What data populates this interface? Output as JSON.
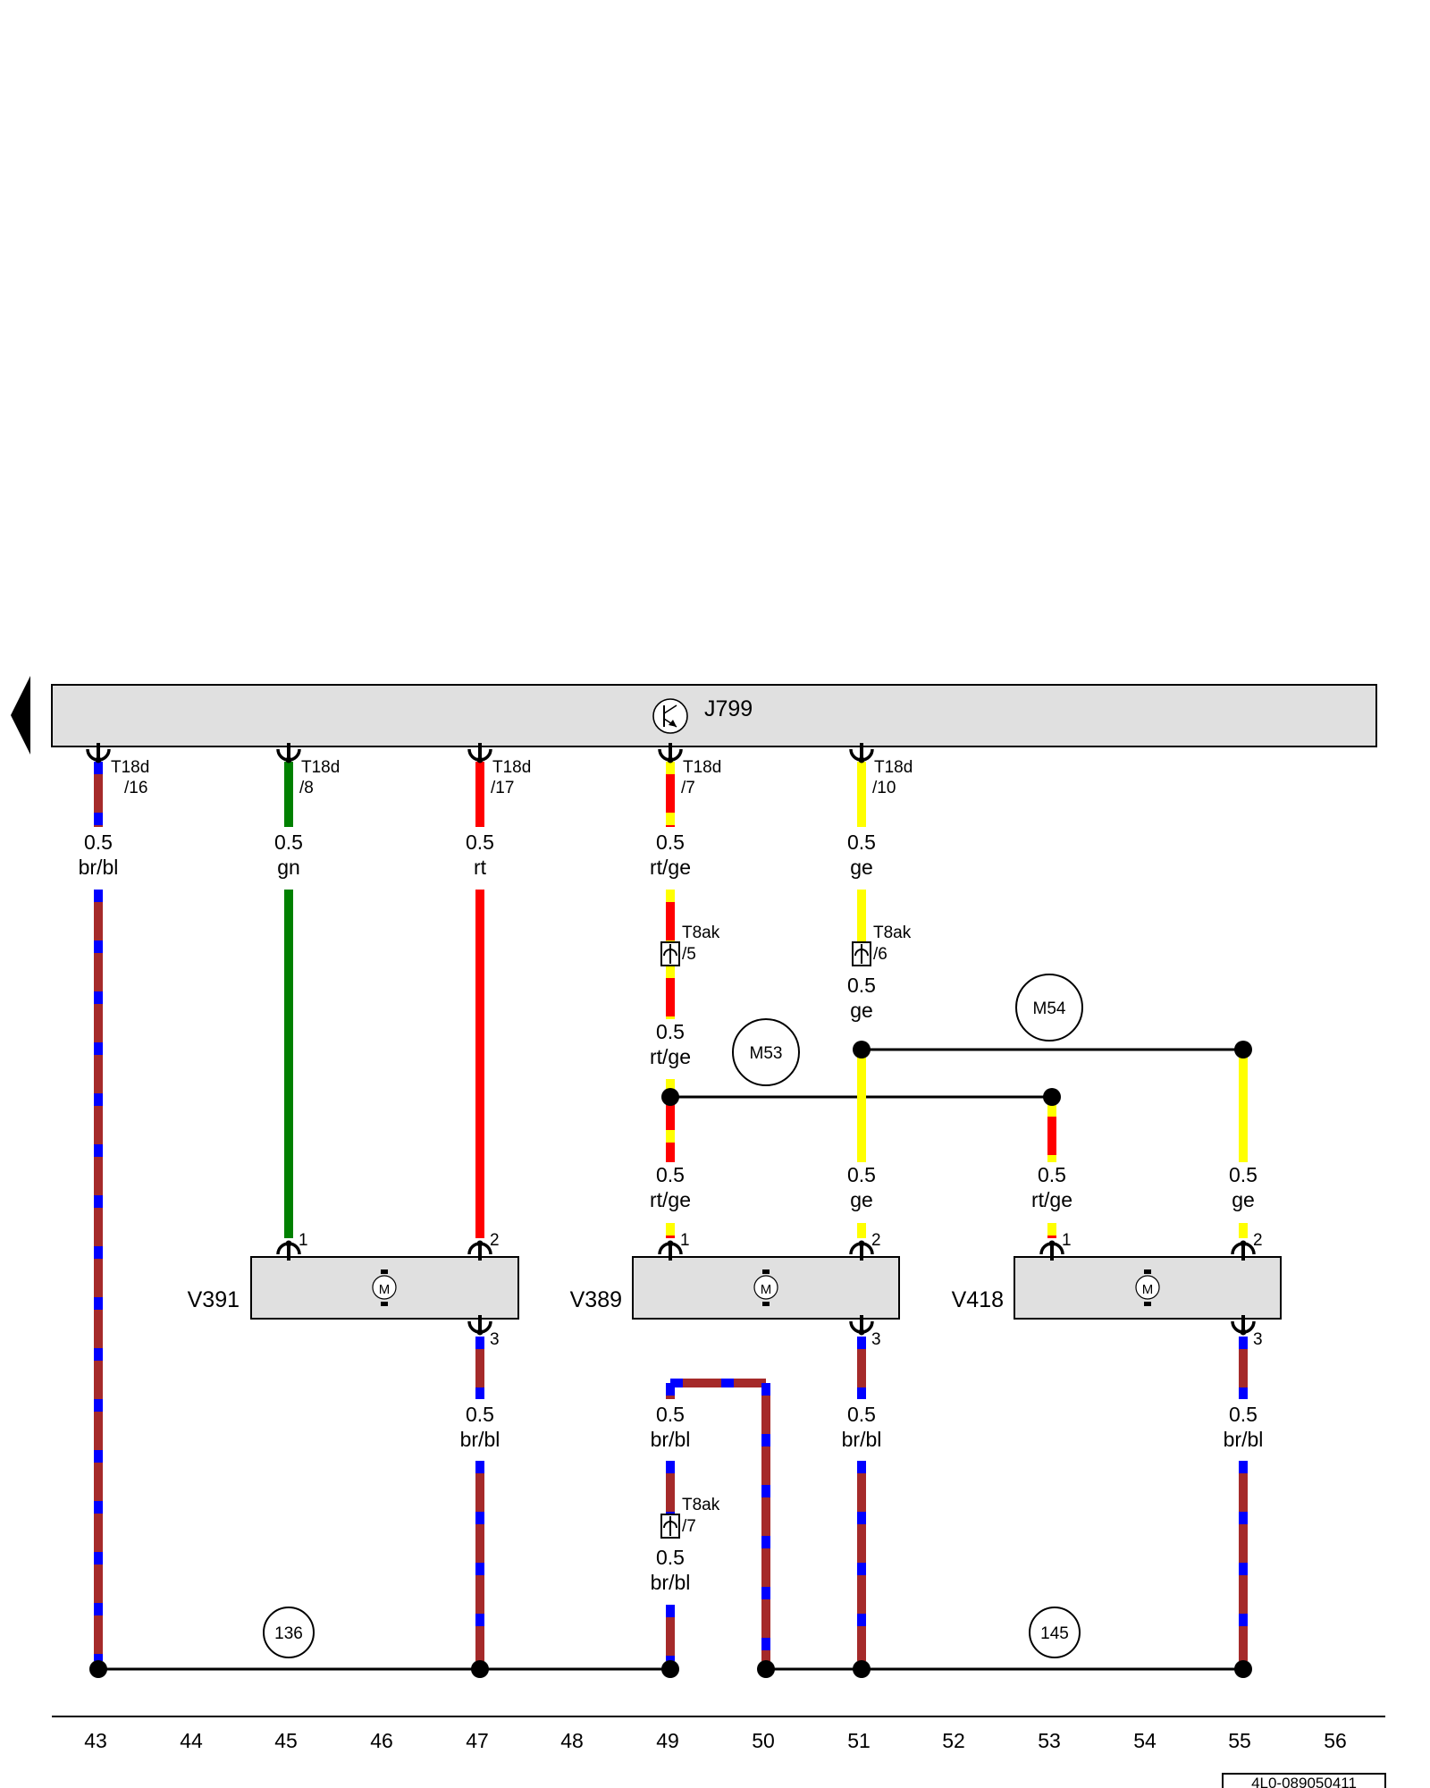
{
  "colors": {
    "br": "#a52a2a",
    "bl": "#0000ff",
    "gn": "#008000",
    "rt": "#ff0000",
    "ge": "#ffff00",
    "box_fill": "#e0e0e0"
  },
  "control_unit": {
    "id": "J799"
  },
  "components": [
    {
      "id": "V391"
    },
    {
      "id": "V389"
    },
    {
      "id": "V418"
    }
  ],
  "top_pins": [
    {
      "conn": "T18d",
      "pin": "/16"
    },
    {
      "conn": "T18d",
      "pin": "/8"
    },
    {
      "conn": "T18d",
      "pin": "/17"
    },
    {
      "conn": "T18d",
      "pin": "/7"
    },
    {
      "conn": "T18d",
      "pin": "/10"
    }
  ],
  "mid_connectors": [
    {
      "conn": "T8ak",
      "pin": "/5"
    },
    {
      "conn": "T8ak",
      "pin": "/6"
    },
    {
      "conn": "T8ak",
      "pin": "/7"
    }
  ],
  "motor_pins": [
    {
      "pin": "1"
    },
    {
      "pin": "2"
    },
    {
      "pin": "3"
    },
    {
      "pin": "1"
    },
    {
      "pin": "2"
    },
    {
      "pin": "3"
    },
    {
      "pin": "1"
    },
    {
      "pin": "2"
    },
    {
      "pin": "3"
    }
  ],
  "wires": [
    {
      "gauge": "0.5",
      "color": "br/bl"
    },
    {
      "gauge": "0.5",
      "color": "gn"
    },
    {
      "gauge": "0.5",
      "color": "rt"
    },
    {
      "gauge": "0.5",
      "color": "rt/ge"
    },
    {
      "gauge": "0.5",
      "color": "ge"
    },
    {
      "gauge": "0.5",
      "color": "ge"
    },
    {
      "gauge": "0.5",
      "color": "rt/ge"
    },
    {
      "gauge": "0.5",
      "color": "rt/ge"
    },
    {
      "gauge": "0.5",
      "color": "ge"
    },
    {
      "gauge": "0.5",
      "color": "rt/ge"
    },
    {
      "gauge": "0.5",
      "color": "ge"
    },
    {
      "gauge": "0.5",
      "color": "br/bl"
    },
    {
      "gauge": "0.5",
      "color": "br/bl"
    },
    {
      "gauge": "0.5",
      "color": "br/bl"
    },
    {
      "gauge": "0.5",
      "color": "br/bl"
    },
    {
      "gauge": "0.5",
      "color": "br/bl"
    }
  ],
  "splice_refs": [
    "M53",
    "M54"
  ],
  "ground_refs": [
    "136",
    "145"
  ],
  "column_numbers": [
    "43",
    "44",
    "45",
    "46",
    "47",
    "48",
    "49",
    "50",
    "51",
    "52",
    "53",
    "54",
    "55",
    "56"
  ],
  "doc_id": "4L0-089050411"
}
